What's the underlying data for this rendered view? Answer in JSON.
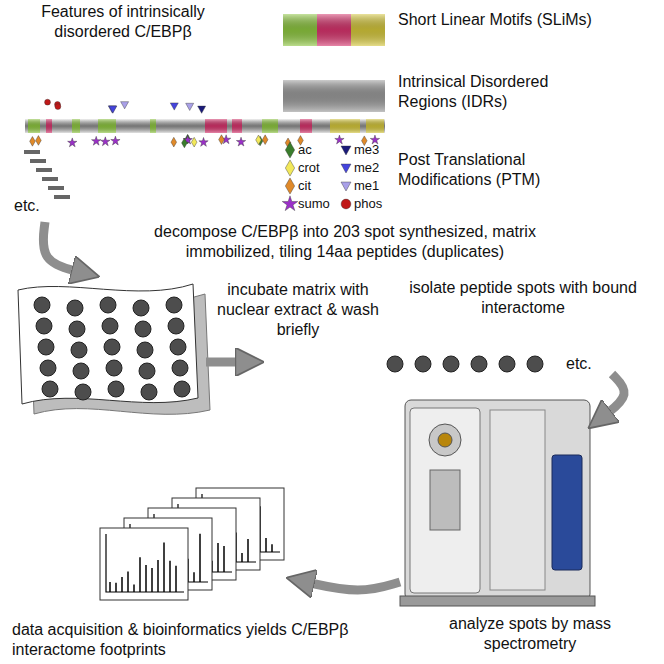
{
  "diagram": {
    "title": "Features of intrinsically disordered C/EBPβ",
    "labels": [
      "etc.",
      "decompose C/EBPβ into 203 spot synthesized, matrix immobilized, tiling 14aa peptides (duplicates)",
      "incubate matrix with nuclear extract & wash briefly",
      "isolate peptide spots with bound interactome",
      "etc.",
      "analyze spots by mass spectrometry",
      "data acquisition & bioinformatics yields C/EBPβ interactome footprints"
    ],
    "legend": [
      {
        "text": "Short Linear Motifs (SLiMs)"
      },
      {
        "text": "Intrinsical Disordered Regions (IDRs)",
        "color": "#9a9a9a"
      },
      {
        "text": "Post Translational Modifications (PTM)"
      },
      {
        "text": "ac"
      },
      {
        "text": "crot"
      },
      {
        "text": "cit"
      },
      {
        "text": "sumo"
      },
      {
        "text": "me3"
      },
      {
        "text": "me2"
      },
      {
        "text": "me1"
      },
      {
        "text": "phos"
      }
    ]
  }
}
